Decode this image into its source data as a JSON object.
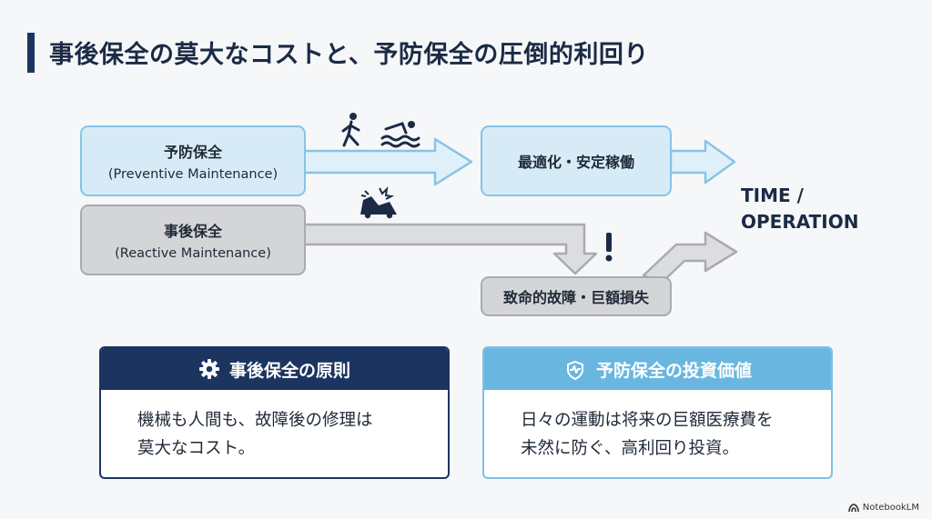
{
  "title": "事後保全の莫大なコストと、予防保全の圧倒的利回り",
  "preventive": {
    "label_jp": "予防保全",
    "label_en": "(Preventive Maintenance)",
    "icons": [
      "walking-person-icon",
      "swimmer-icon"
    ],
    "outcome": "最適化・安定稼働"
  },
  "reactive": {
    "label_jp": "事後保全",
    "label_en": "(Reactive Maintenance)",
    "icons": [
      "crashed-car-icon",
      "exclamation-icon"
    ],
    "outcome": "致命的故障・巨額損失"
  },
  "axis_label": "TIME / OPERATION",
  "cards": {
    "reactive_principle": {
      "heading": "事後保全の原則",
      "icon": "gear-icon",
      "line1": "機械も人間も、故障後の修理は",
      "line2": "莫大なコスト。"
    },
    "preventive_value": {
      "heading": "予防保全の投資価値",
      "icon": "heart-pulse-icon",
      "line1": "日々の運動は将来の巨額医療費を",
      "line2": "未然に防ぐ、高利回り投資。"
    }
  },
  "colors": {
    "navy": "#1b3560",
    "light_blue": "#69b7e0",
    "blue_fill": "#d7ebf7",
    "gray_fill": "#d4d5d7"
  },
  "brand": "NotebookLM"
}
